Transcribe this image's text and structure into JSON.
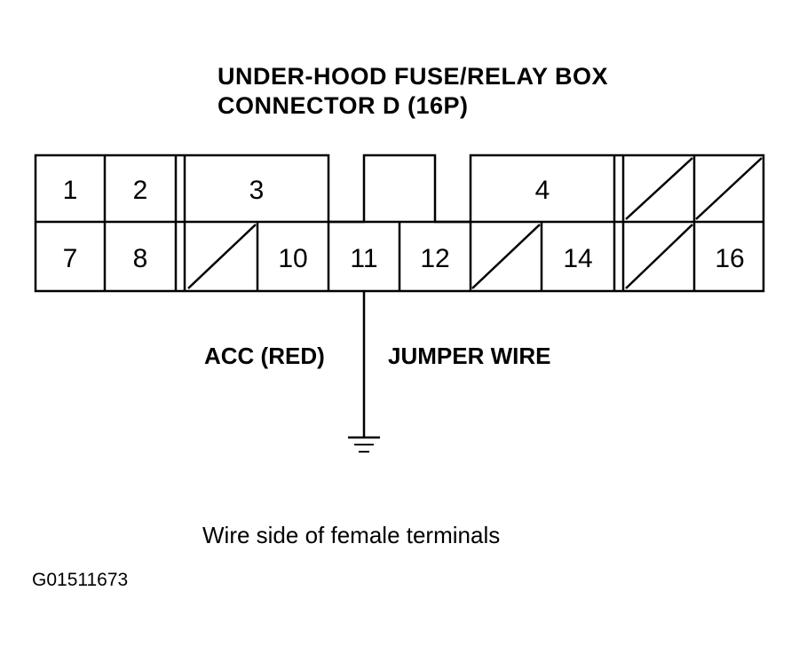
{
  "title_lines": [
    "UNDER-HOOD FUSE/RELAY BOX",
    "CONNECTOR D (16P)"
  ],
  "terminals": {
    "t1": "1",
    "t2": "2",
    "t3": "3",
    "t4": "4",
    "t7": "7",
    "t8": "8",
    "t10": "10",
    "t11": "11",
    "t12": "12",
    "t14": "14",
    "t16": "16"
  },
  "labels": {
    "acc": "ACC (RED)",
    "jumper": "JUMPER WIRE"
  },
  "caption": "Wire side of female terminals",
  "figure_id": "G01511673"
}
